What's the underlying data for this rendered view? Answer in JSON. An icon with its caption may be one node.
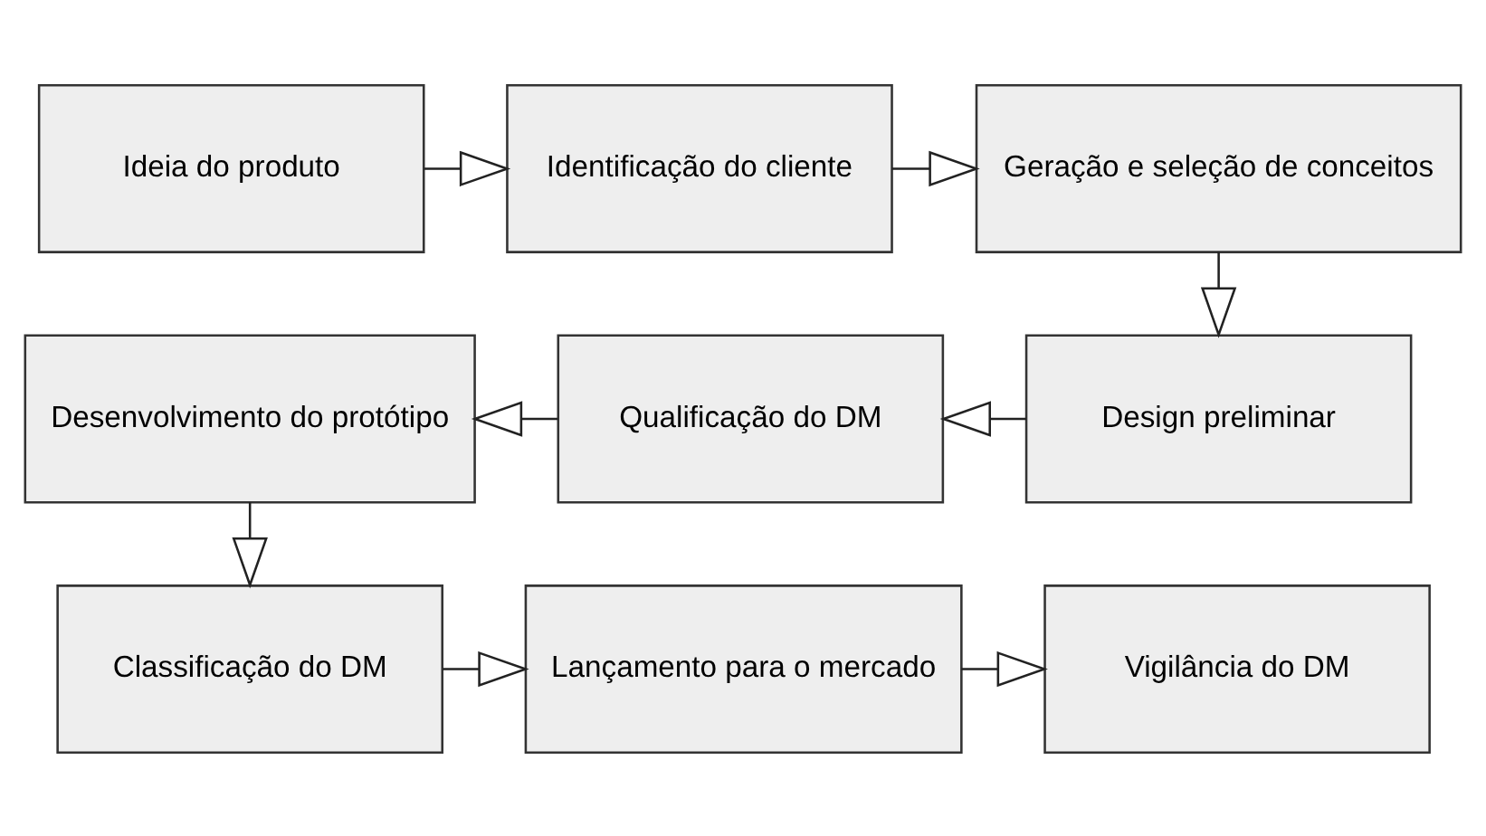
{
  "diagram": {
    "nodes": [
      {
        "text": [
          "Ideia do produto"
        ]
      },
      {
        "text": [
          "Identificação do cliente"
        ]
      },
      {
        "text": [
          "Geração e seleção de conceitos"
        ]
      },
      {
        "text": [
          "Design preliminar"
        ]
      },
      {
        "text": [
          "Qualificação do DM"
        ]
      },
      {
        "text": [
          "Desenvolvimento do protótipo"
        ]
      },
      {
        "text": [
          "Classificação do DM"
        ]
      },
      {
        "text": [
          "Lançamento para o mercado"
        ]
      },
      {
        "text": [
          "Vigilância do DM"
        ]
      }
    ],
    "edges": [
      {
        "from": 0,
        "to": 1,
        "arrow": "to"
      },
      {
        "from": 1,
        "to": 2,
        "arrow": "to"
      },
      {
        "from": 2,
        "to": 3,
        "arrow": "to"
      },
      {
        "from": 3,
        "to": 4,
        "arrow": "to"
      },
      {
        "from": 4,
        "to": 5,
        "arrow": "to"
      },
      {
        "from": 5,
        "to": 6,
        "arrow": "to"
      },
      {
        "from": 6,
        "to": 7,
        "arrow": "to"
      },
      {
        "from": 7,
        "to": 8,
        "arrow": "to"
      }
    ]
  }
}
